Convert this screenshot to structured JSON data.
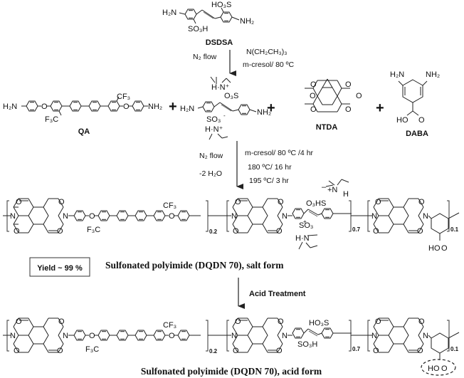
{
  "scheme_title": "Synthesis of sulfonated polyimide DQDN 70",
  "reactants": {
    "dsdsa": {
      "name": "DSDSA",
      "groups": {
        "amine_left": "H₂N",
        "amine_right": "NH₂",
        "sulfo_top": "HO₃S",
        "sulfo_bottom": "SO₃H"
      }
    },
    "qa": {
      "name": "QA",
      "groups": {
        "amine_left": "H₂N",
        "amine_right": "NH₂",
        "ether": "O",
        "cf3_top": "CF₃",
        "cf3_bottom": "F₃C"
      }
    },
    "dsdsa_salt": {
      "groups": {
        "amine_left": "H₂N",
        "amine_right": "NH₂",
        "sulfo_top": "O₃S",
        "sulfo_bottom": "SO₃",
        "ammonium": "H·N⁺",
        "charge": "-"
      }
    },
    "ntda": {
      "name": "NTDA",
      "groups": {
        "oxygen": "O"
      }
    },
    "daba": {
      "name": "DABA",
      "groups": {
        "amine_left": "H₂N",
        "amine_right": "NH₂",
        "hydroxyl": "HO",
        "oxygen": "O"
      }
    },
    "plus": "+"
  },
  "step1": {
    "left_conditions": [
      "N₂ flow"
    ],
    "right_conditions": [
      "N(CH₂CH₃)₃",
      "m-cresol/ 80 ºC"
    ]
  },
  "step2": {
    "left_conditions": [
      "N₂ flow",
      "-2 H₂O"
    ],
    "right_conditions": [
      "m-cresol/ 80 ºC /4 hr",
      "180 ºC/ 16 hr",
      "195 ºC/ 3 hr"
    ]
  },
  "step3": {
    "label": "Acid Treatment"
  },
  "products": {
    "salt_form": {
      "caption": "Sulfonated polyimide (DQDN 70), salt form",
      "yield": "Yield ~ 99 %",
      "subscripts": [
        "0.2",
        "0.7",
        "0.1"
      ],
      "groups": {
        "imide_n": "N",
        "imide_o": "O",
        "sulfo_top": "O₃HS",
        "sulfo_bottom": "SO₃",
        "ammonium": "H·N",
        "ammonium_top": "+N",
        "h": "H",
        "charge_minus": "–",
        "charge_plus": "+",
        "hydroxyl": "HO",
        "oxygen": "O",
        "cf3_top": "CF₃",
        "cf3_bottom": "F₃C"
      }
    },
    "acid_form": {
      "caption": "Sulfonated polyimide (DQDN 70), acid form",
      "subscripts": [
        "0.2",
        "0.7",
        "0.1"
      ],
      "groups": {
        "imide_n": "N",
        "imide_o": "O",
        "sulfo_top": "HO₃S",
        "sulfo_bottom": "SO₃H",
        "hydroxyl": "HO",
        "oxygen": "O",
        "cf3_top": "CF₃",
        "cf3_bottom": "F₃C"
      }
    }
  }
}
